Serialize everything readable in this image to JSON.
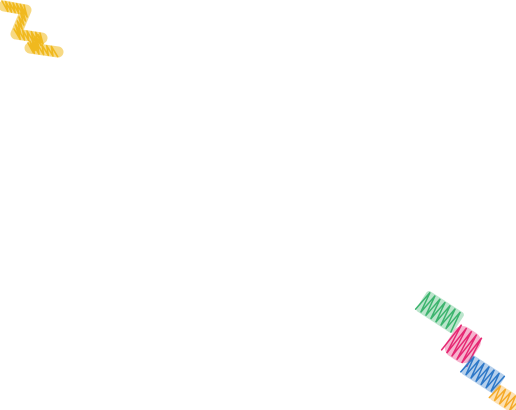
{
  "canvas": {
    "background": "#ffffff"
  },
  "decorations": [
    {
      "name": "yellow-zigzag-scribble",
      "color": "#f0b91e"
    },
    {
      "name": "green-scribble-bar",
      "color": "#3cb46e"
    },
    {
      "name": "pink-scribble-bar",
      "color": "#e62873"
    },
    {
      "name": "blue-scribble-bar",
      "color": "#2d78c8"
    },
    {
      "name": "orange-scribble-bar",
      "color": "#f5aa28"
    }
  ]
}
